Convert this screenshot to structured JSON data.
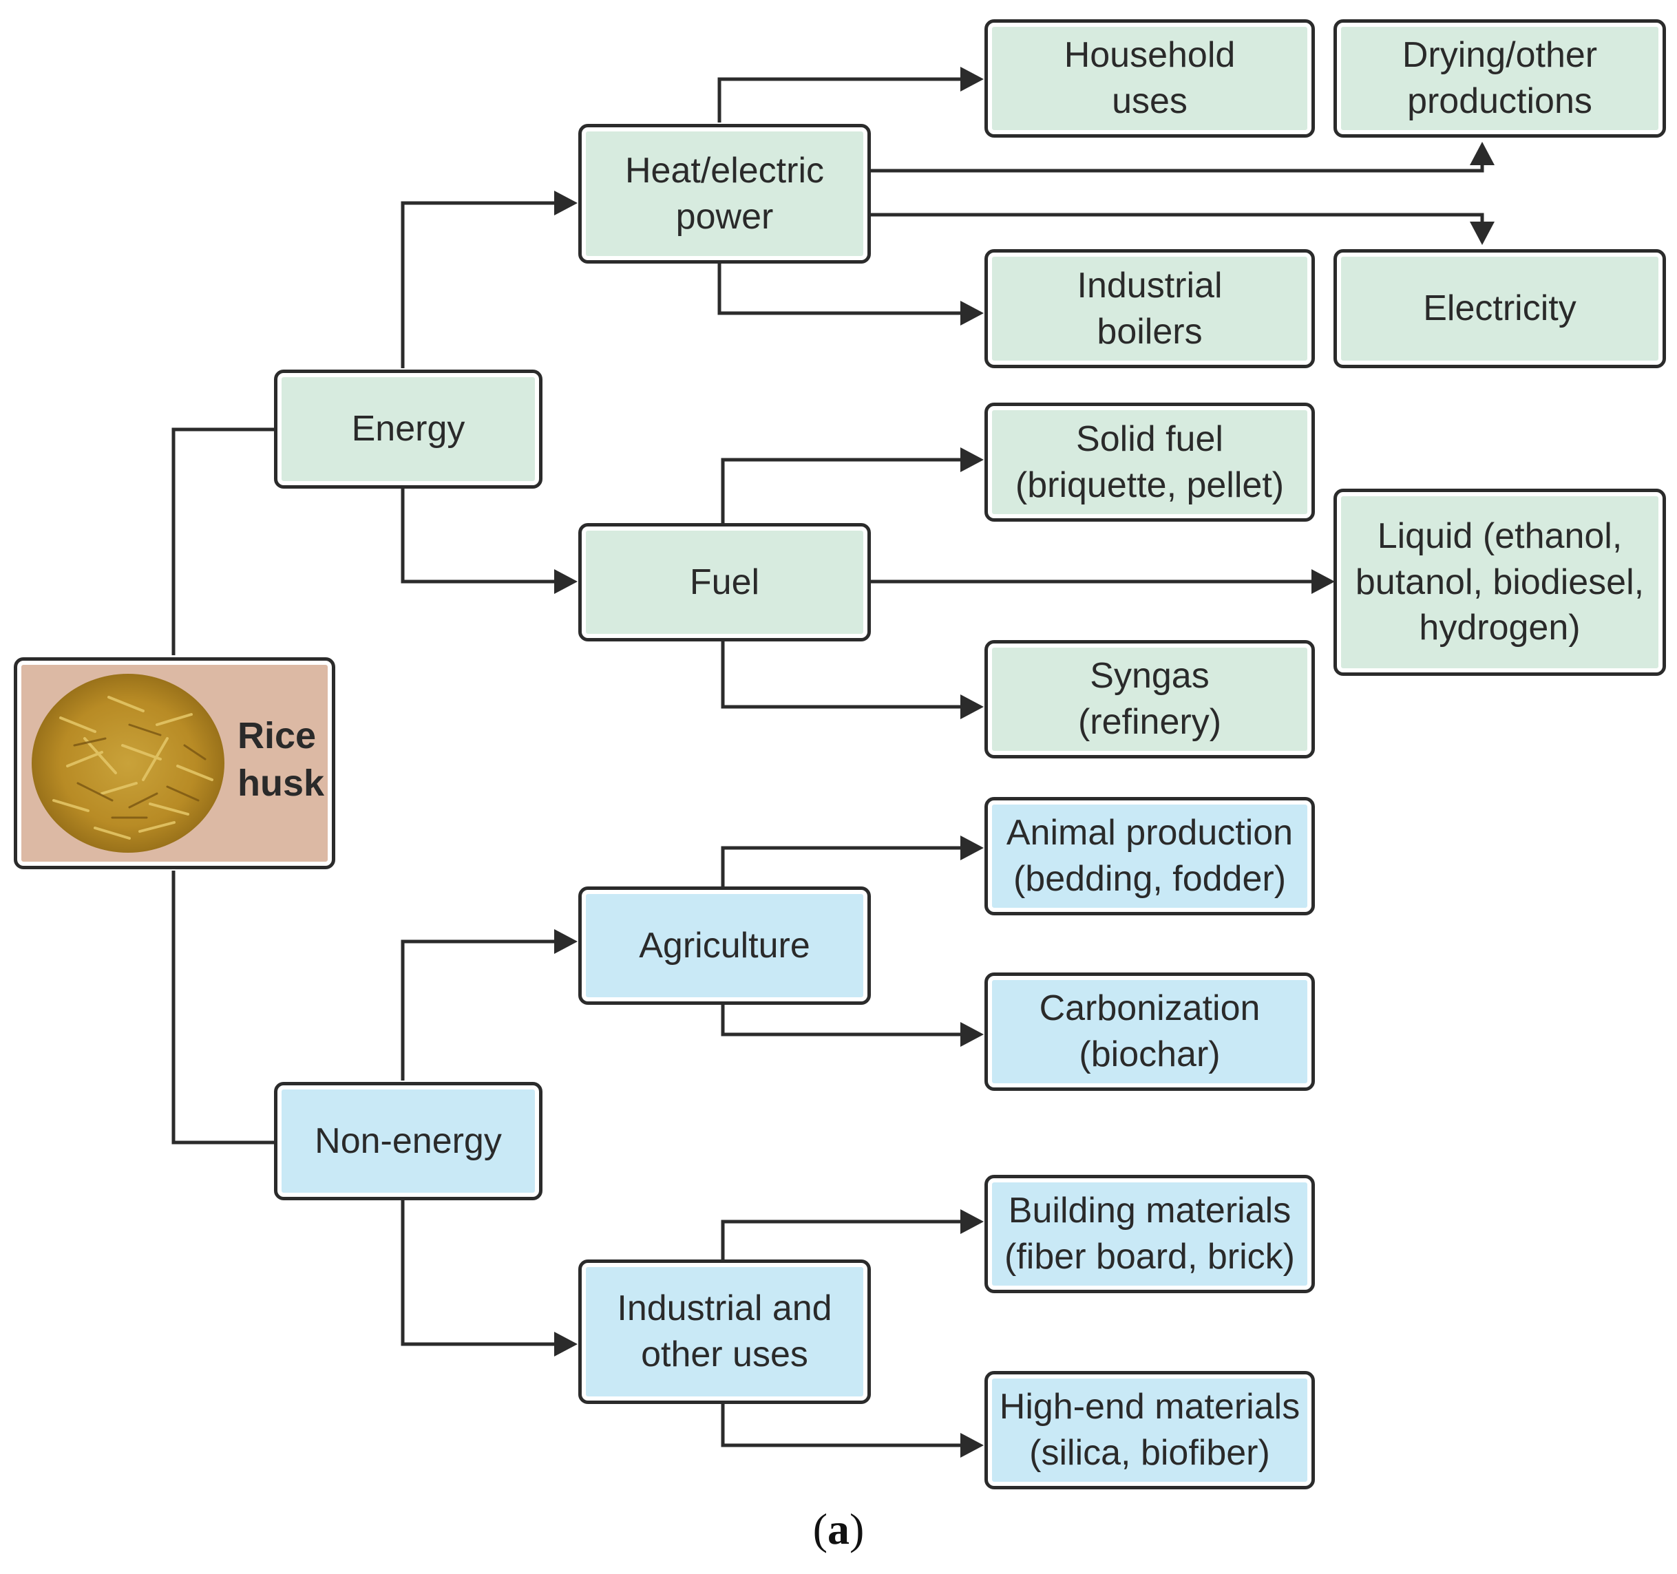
{
  "root": {
    "label": "Rice\nhusk",
    "image": "rice-husk-pile"
  },
  "nodes": {
    "energy": "Energy",
    "non_energy": "Non-energy",
    "heat_power": "Heat/electric\npower",
    "fuel": "Fuel",
    "agriculture": "Agriculture",
    "industrial_other": "Industrial and\nother uses",
    "household": "Household\nuses",
    "drying": "Drying/other\nproductions",
    "industrial_boilers": "Industrial\nboilers",
    "electricity": "Electricity",
    "solid_fuel": "Solid fuel\n(briquette, pellet)",
    "liquid": "Liquid (ethanol,\nbutanol, biodiesel,\nhydrogen)",
    "syngas": "Syngas\n(refinery)",
    "animal": "Animal production\n(bedding, fodder)",
    "carbonization": "Carbonization\n(biochar)",
    "building": "Building materials\n(fiber board, brick)",
    "highend": "High-end materials\n(silica, biofiber)"
  },
  "caption": {
    "open": "(",
    "letter": "a",
    "close": ")"
  },
  "colors": {
    "energy_fill": "#d7ebdf",
    "non_energy_fill": "#c9e9f6",
    "root_fill": "#dcb9a4",
    "line": "#2b2b2b"
  }
}
